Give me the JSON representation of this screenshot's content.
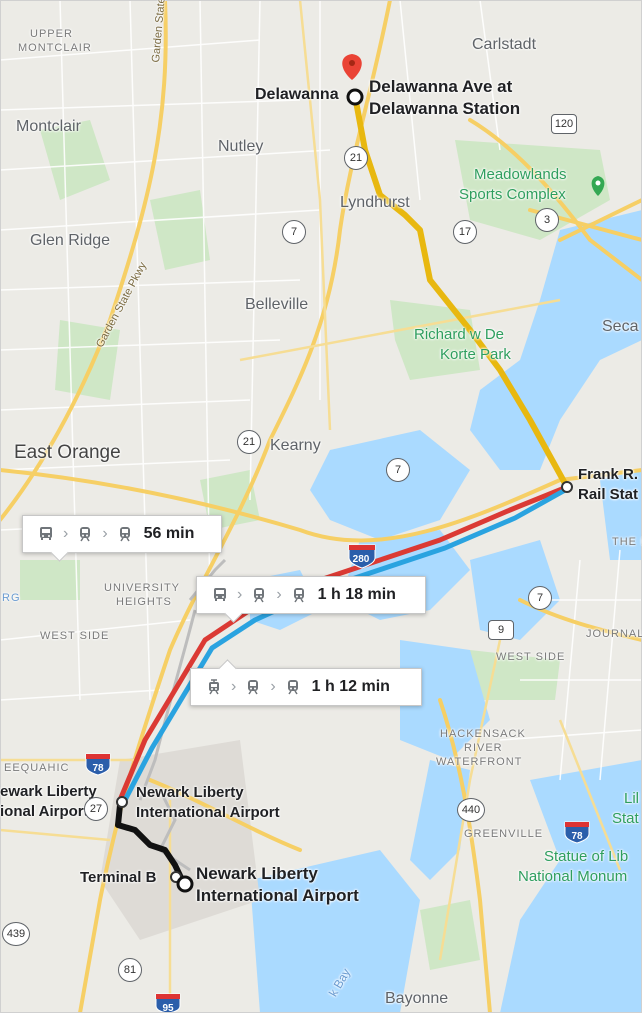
{
  "places": {
    "upper_montclair_1": "UPPER",
    "upper_montclair_2": "MONTCLAIR",
    "carlstadt": "Carlstadt",
    "montclair": "Montclair",
    "nutley": "Nutley",
    "meadowlands_1": "Meadowlands",
    "meadowlands_2": "Sports Complex",
    "lyndhurst": "Lyndhurst",
    "glen_ridge": "Glen Ridge",
    "belleville": "Belleville",
    "secaucus": "Seca",
    "dekorte_1": "Richard w De",
    "dekorte_2": "Korte Park",
    "east_orange": "East Orange",
    "kearny": "Kearny",
    "university_heights_1": "UNIVERSITY",
    "university_heights_2": "HEIGHTS",
    "west_side": "WEST SIDE",
    "rg": "RG",
    "journal_sq": "JOURNAL SQ",
    "west_side_jc": "WEST SIDE",
    "the_heights": "THE H",
    "weequahic": "EEQUAHIC",
    "hackensack_1": "HACKENSACK",
    "hackensack_2": "RIVER",
    "hackensack_3": "WATERFRONT",
    "greenville": "GREENVILLE",
    "liberty_sp_1": "Lil",
    "liberty_sp_2": "Stat",
    "statue_1": "Statue of Lib",
    "statue_2": "National Monum",
    "bayonne": "Bayonne",
    "bay": "k Bay",
    "garden_state_1": "Garden State P",
    "garden_state_2": "Garden State Pkwy"
  },
  "stops": {
    "delawanna": "Delawanna",
    "dest_1": "Delawanna Ave at",
    "dest_2": "Delawanna Station",
    "frank_1": "Frank R.",
    "frank_2": "Rail Stat",
    "ewr_left_1": "ewark Liberty",
    "ewr_left_2": "ional Airport...",
    "ewr_mid_1": "Newark Liberty",
    "ewr_mid_2": "International Airport",
    "terminal_b": "Terminal B",
    "ewr_origin_1": "Newark Liberty",
    "ewr_origin_2": "International Airport"
  },
  "shields": {
    "r120": "120",
    "r21a": "21",
    "r7a": "7",
    "r17": "17",
    "r3": "3",
    "r21b": "21",
    "r7b": "7",
    "i280": "280",
    "r7c": "7",
    "r9": "9",
    "i78a": "78",
    "r27": "27",
    "r440": "440",
    "i78b": "78",
    "r439": "439",
    "r81": "81",
    "i95": "95"
  },
  "routes": [
    {
      "time": "56 min",
      "modes": [
        "bus-icon",
        "train-icon",
        "train-icon"
      ]
    },
    {
      "time": "1 h 18 min",
      "modes": [
        "bus-icon",
        "train-icon",
        "train-icon"
      ]
    },
    {
      "time": "1 h 12 min",
      "modes": [
        "tram-icon",
        "train-icon",
        "train-icon"
      ]
    }
  ],
  "colors": {
    "water": "#aadaff",
    "park": "#c8e6c0",
    "highway": "#f6cf65",
    "route_yellow": "#e8b810",
    "route_red": "#db3a34",
    "route_blue": "#2aa3e0",
    "route_walk": "#111111",
    "pin": "#ea4335"
  }
}
